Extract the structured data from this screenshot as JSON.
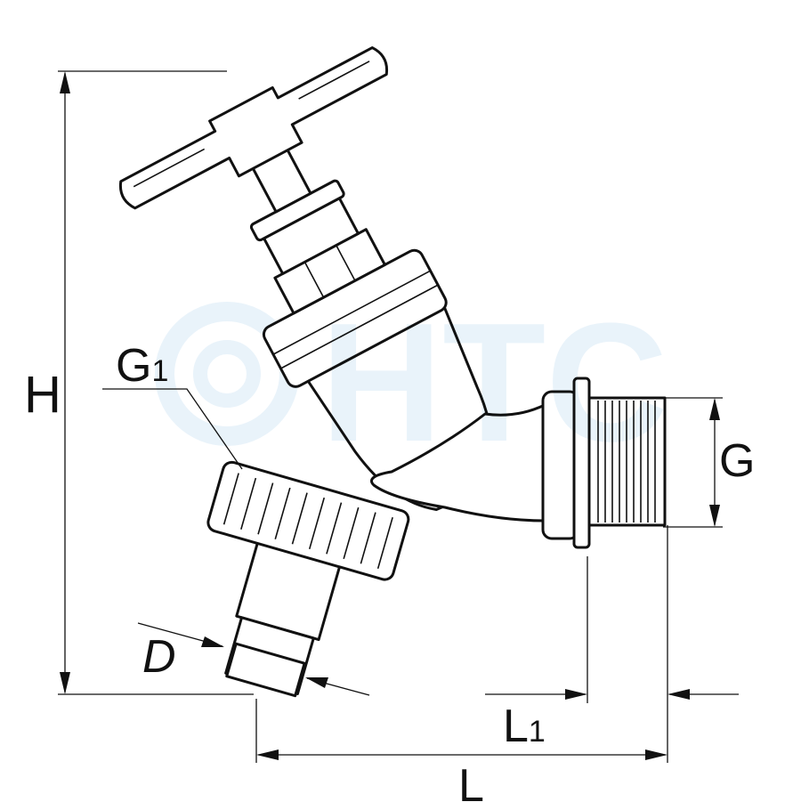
{
  "watermark": {
    "text": "HTC"
  },
  "dimensions": {
    "height": {
      "label": "H"
    },
    "inlet_thread": {
      "label": "G"
    },
    "outlet_thread": {
      "label": "G",
      "subscript": "1"
    },
    "hose_diameter": {
      "label": "D"
    },
    "thread_length": {
      "label": "L",
      "subscript": "1"
    },
    "overall_length": {
      "label": "L"
    }
  },
  "colors": {
    "line": "#111111",
    "watermark": "#e9f3fa"
  }
}
